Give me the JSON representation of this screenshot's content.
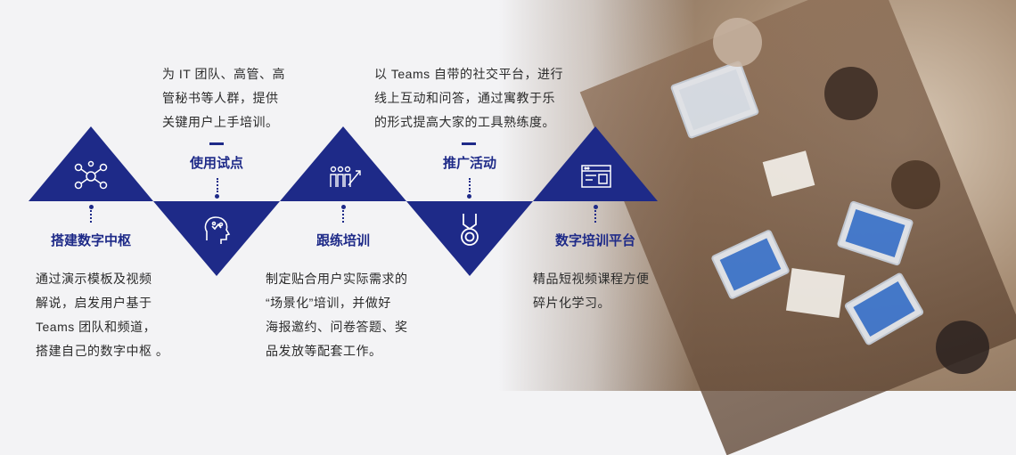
{
  "steps": [
    {
      "label": "搭建数字中枢",
      "icon": "network-people-icon",
      "desc": [
        "通过演示模板及视频",
        "解说，启发用户基于",
        "Teams 团队和频道，",
        "搭建自己的数字中枢 。"
      ]
    },
    {
      "label": "使用试点",
      "icon": "head-brain-icon",
      "desc": [
        "为 IT 团队、高管、高",
        "管秘书等人群，提供",
        "关键用户上手培训。"
      ]
    },
    {
      "label": "跟练培训",
      "icon": "growth-people-icon",
      "desc": [
        "制定贴合用户实际需求的",
        "“场景化”培训，并做好",
        "海报邀约、问卷答题、奖",
        "品发放等配套工作。"
      ]
    },
    {
      "label": "推广活动",
      "icon": "medal-icon",
      "desc": [
        "以 Teams 自带的社交平台，进行",
        "线上互动和问答，通过寓教于乐",
        "的形式提高大家的工具熟练度。"
      ]
    },
    {
      "label": "数字培训平台",
      "icon": "browser-window-icon",
      "desc": [
        "精品短视频课程方便",
        "碎片化学习。"
      ]
    }
  ],
  "colors": {
    "accent": "#1e2a88",
    "text": "#2b2b2b",
    "background": "#f3f3f5"
  }
}
